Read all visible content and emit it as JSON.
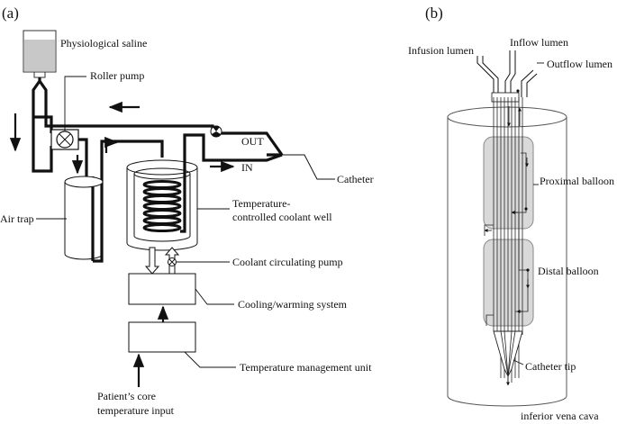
{
  "panels": {
    "a": "(a)",
    "b": "(b)"
  },
  "panel_a": {
    "saline_label": "Physiological saline",
    "pump_label": "Roller pump",
    "out_label": "OUT",
    "in_label": "IN",
    "catheter_label": "Catheter",
    "airtrap_label": "Air trap",
    "well_label_line1": "Temperature-",
    "well_label_line2": "controlled coolant well",
    "circ_pump_label": "Coolant circulating pump",
    "cooling_label": "Cooling/warming system",
    "tmu_label": "Temperature management unit",
    "core_line1": "Patient’s core",
    "core_line2": "temperature input"
  },
  "panel_b": {
    "infusion_label": "Infusion lumen",
    "inflow_label": "Inflow lumen",
    "outflow_label": "Outflow lumen",
    "proximal_label": "Proximal balloon",
    "distal_label": "Distal balloon",
    "tip_label": "Catheter tip",
    "ivc_label": "inferior vena cava"
  },
  "colors": {
    "line": "#111111",
    "saline_fill": "#c8c8c8",
    "balloon_fill": "#d9d9d9",
    "vessel_stroke": "#555555"
  }
}
